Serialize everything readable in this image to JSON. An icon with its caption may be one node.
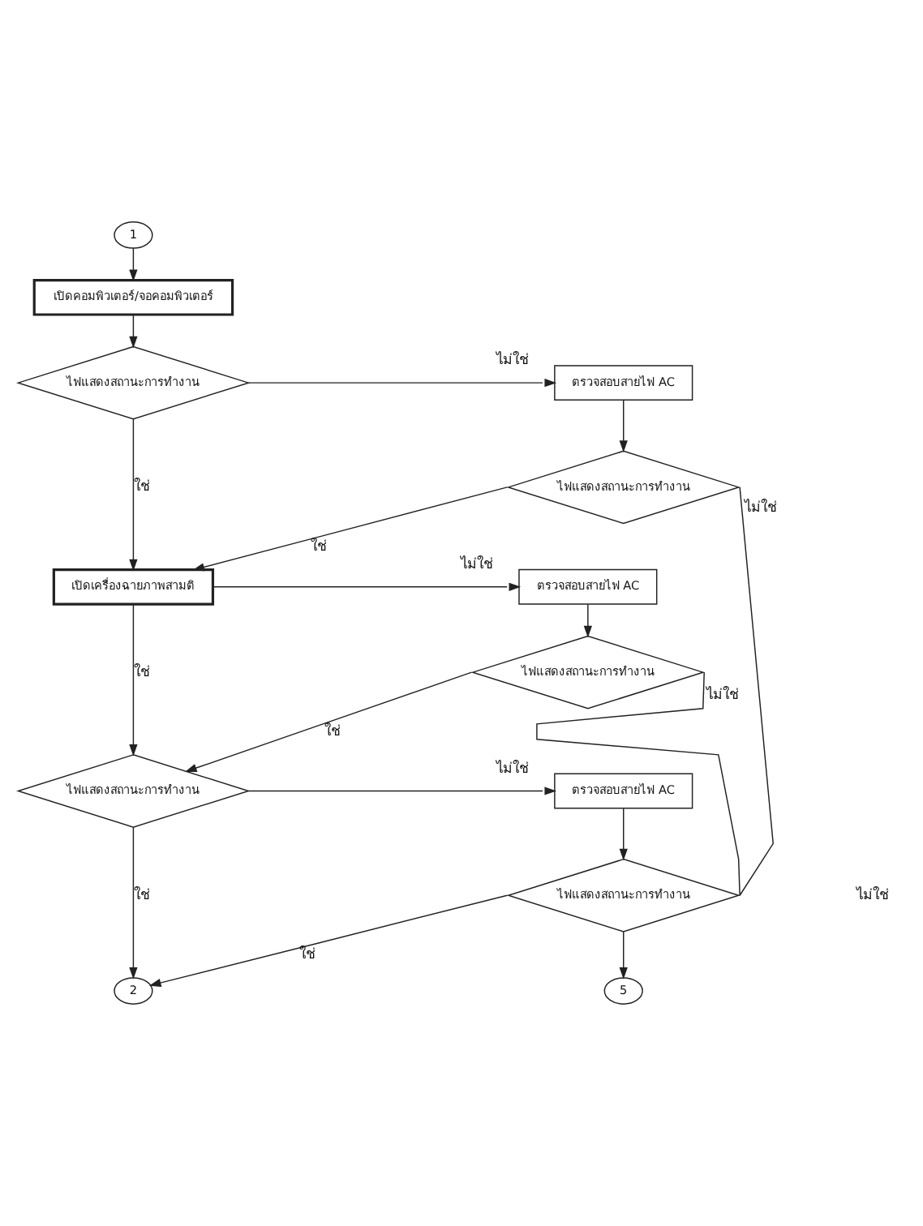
{
  "diagram": {
    "nodes": [
      {
        "text": [
          "1"
        ]
      },
      {
        "text": [
          "เปิดคอมพิวเตอร์/จอคอมพิวเตอร์"
        ]
      },
      {
        "text": [
          "ไฟแสดงสถานะการทำงาน"
        ]
      },
      {
        "text": [
          "ตรวจสอบสายไฟ AC"
        ]
      },
      {
        "text": [
          "ไฟแสดงสถานะการทำงาน"
        ]
      },
      {
        "text": [
          "เปิดเครื่องฉายภาพสามติ"
        ]
      },
      {
        "text": [
          "ตรวจสอบสายไฟ AC"
        ]
      },
      {
        "text": [
          "ไฟแสดงสถานะการทำงาน"
        ]
      },
      {
        "text": [
          "ไฟแสดงสถานะการทำงาน"
        ]
      },
      {
        "text": [
          "ตรวจสอบสายไฟ AC"
        ]
      },
      {
        "text": [
          "ไฟแสดงสถานะการทำงาน"
        ]
      },
      {
        "text": [
          "2"
        ]
      },
      {
        "text": [
          "5"
        ]
      }
    ],
    "edges": [
      {
        "from": 0,
        "to": 1,
        "arrow": "to"
      },
      {
        "from": 1,
        "to": 2,
        "arrow": "to"
      },
      {
        "from": 2,
        "to": 3,
        "arrow": "to",
        "label": "ไม่ใช่"
      },
      {
        "from": 3,
        "to": 4,
        "arrow": "to"
      },
      {
        "from": 4,
        "to": 5,
        "arrow": "to",
        "label": "ใช่"
      },
      {
        "from": 4,
        "to": 10,
        "arrow": "none",
        "label": "ไม่ใช่"
      },
      {
        "from": 2,
        "to": 5,
        "arrow": "to",
        "label": "ใช่"
      },
      {
        "from": 5,
        "to": 6,
        "arrow": "to",
        "label": "ไม่ใช่"
      },
      {
        "from": 6,
        "to": 7,
        "arrow": "to"
      },
      {
        "from": 7,
        "to": 8,
        "arrow": "to",
        "label": "ใช่"
      },
      {
        "from": 7,
        "to": 10,
        "arrow": "none",
        "label": "ไม่ใช่"
      },
      {
        "from": 5,
        "to": 8,
        "arrow": "to",
        "label": "ใช่"
      },
      {
        "from": 8,
        "to": 9,
        "arrow": "to",
        "label": "ไม่ใช่"
      },
      {
        "from": 9,
        "to": 10,
        "arrow": "to"
      },
      {
        "from": 10,
        "to": 11,
        "arrow": "to",
        "label": "ใช่"
      },
      {
        "from": 8,
        "to": 11,
        "arrow": "to",
        "label": "ใช่"
      },
      {
        "from": 10,
        "to": 12,
        "arrow": "to"
      }
    ],
    "labels": [
      "ไม่ใช่"
    ]
  }
}
